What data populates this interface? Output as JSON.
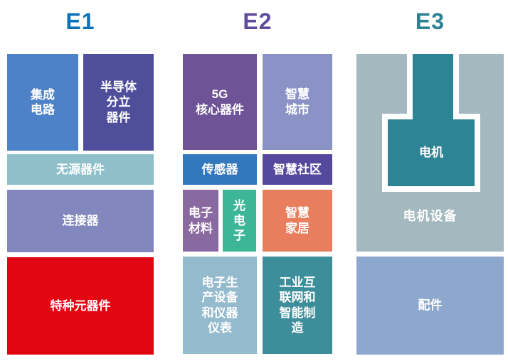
{
  "background": "#ffffff",
  "text_color": "#ffffff",
  "halls": [
    {
      "title": "E1",
      "title_color": "#0e72b8",
      "blocks": [
        {
          "name": "integrated-circuit",
          "label": "集成\n电路",
          "color": "#4e82c8"
        },
        {
          "name": "semiconductor-discrete-devices",
          "label": "半导体\n分立\n器件",
          "color": "#4f4e9b"
        },
        {
          "name": "passive-components",
          "label": "无源器件",
          "color": "#8fbfc9"
        },
        {
          "name": "connectors",
          "label": "连接器",
          "color": "#8288be"
        },
        {
          "name": "special-components",
          "label": "特种元器件",
          "color": "#e20613"
        }
      ]
    },
    {
      "title": "E2",
      "title_color": "#5f4b9e",
      "blocks": [
        {
          "name": "5g-core-devices",
          "label": "5G\n核心器件",
          "color": "#6f5397"
        },
        {
          "name": "smart-city",
          "label": "智慧\n城市",
          "color": "#8a92c6"
        },
        {
          "name": "sensors",
          "label": "传感器",
          "color": "#3377bd"
        },
        {
          "name": "smart-community",
          "label": "智慧社区",
          "color": "#55499e"
        },
        {
          "name": "electronic-materials",
          "label": "电子\n材料",
          "color": "#8a68a0"
        },
        {
          "name": "optoelectronics",
          "label": "光\n电\n子",
          "color": "#3cb697"
        },
        {
          "name": "smart-home",
          "label": "智慧\n家居",
          "color": "#e87e5e"
        },
        {
          "name": "electronic-production-equipment",
          "label": "电子生\n产设备\n和仪器\n仪表",
          "color": "#94bacd"
        },
        {
          "name": "industrial-internet-manufacturing",
          "label": "工业互\n联网和\n智能制\n造",
          "color": "#3d8e9b"
        }
      ]
    },
    {
      "title": "E3",
      "title_color": "#2e8093",
      "blocks": [
        {
          "name": "motor-equipment",
          "label": "电机设备",
          "color": "#a3b8bf",
          "motor": {
            "label": "电机",
            "color": "#2c8494",
            "outline_color": "#ffffff"
          }
        },
        {
          "name": "accessories",
          "label": "配件",
          "color": "#8ca8ce"
        }
      ]
    }
  ]
}
